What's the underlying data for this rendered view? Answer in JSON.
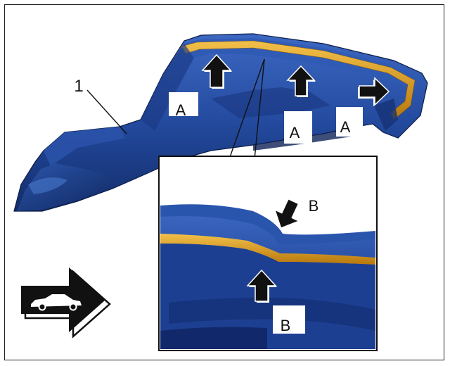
{
  "callouts": {
    "part_number": "1",
    "label_a": "A",
    "label_b": "B"
  },
  "colors": {
    "part_blue": "#1f3f8c",
    "part_dark": "#0f2458",
    "part_light": "#3560b8",
    "seal_yellow": "#e3a21a",
    "arrow_black": "#111111"
  },
  "icons": {
    "direction": "car-forward-direction-icon",
    "push_up": "push-arrow-icon",
    "press_down": "press-arrow-icon"
  }
}
